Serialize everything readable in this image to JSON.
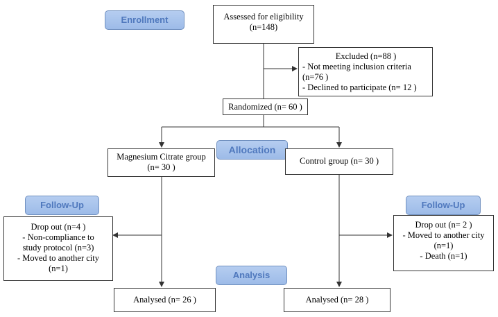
{
  "stages": {
    "enrollment": "Enrollment",
    "allocation": "Allocation",
    "follow_up_left": "Follow-Up",
    "follow_up_right": "Follow-Up",
    "analysis": "Analysis"
  },
  "assessed": {
    "line1": "Assessed for eligibility",
    "line2": "(n=148)"
  },
  "excluded": {
    "title": "Excluded  (n=88   )",
    "item1": "- Not meeting inclusion criteria",
    "item1b": "(n=76   )",
    "item2": "- Declined to participate  (n= 12 )"
  },
  "randomized": "Randomized (n= 60 )",
  "magnesium_group": {
    "line1": "Magnesium  Citrate group",
    "line2": "(n= 30 )"
  },
  "control_group": "Control group (n= 30 )",
  "dropout_left": {
    "line1": "Drop out (n=4   )",
    "line2": "- Non-compliance to",
    "line3": "study protocol (n=3)",
    "line4": "- Moved to another city",
    "line5": "(n=1)"
  },
  "dropout_right": {
    "line1": "Drop out (n= 2 )",
    "line2": "- Moved to another city",
    "line3": "(n=1)",
    "line4": "- Death  (n=1)"
  },
  "analysed_left": "Analysed  (n= 26 )",
  "analysed_right": "Analysed  (n= 28 )",
  "colors": {
    "stage_fill": "#a8c4ee",
    "stage_text": "#4f78bd",
    "line": "#333333"
  }
}
